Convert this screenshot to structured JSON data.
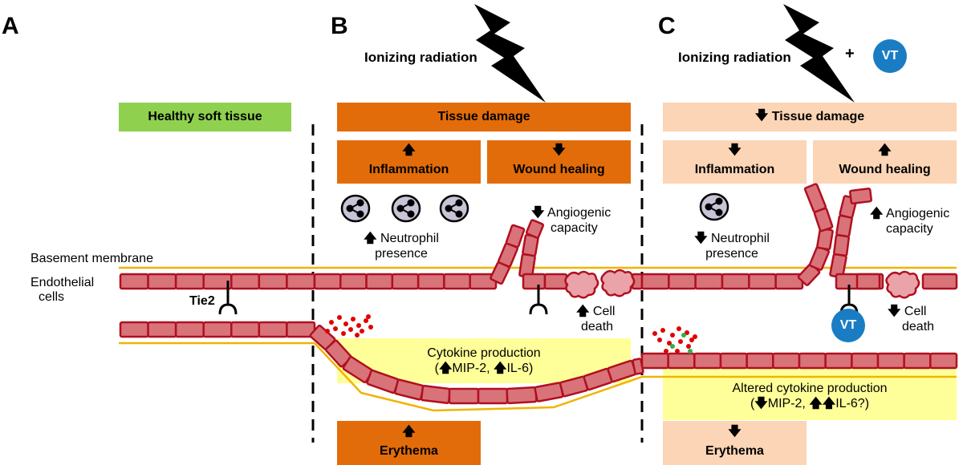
{
  "colors": {
    "green": "#8fd14f",
    "orange": "#e36c0a",
    "pale_orange": "#fbd5b5",
    "yellow": "#ffff99",
    "cell_fill": "#d9737a",
    "cell_stroke": "#b01020",
    "membrane": "#f0b400",
    "vt_blue": "#1a7dc4",
    "neutrophil": "#c8c3d6",
    "red_dot": "#e00000",
    "green_dot": "#2fb24a"
  },
  "panels": {
    "a": "A",
    "b": "B",
    "c": "C"
  },
  "panel_a": {
    "healthy": "Healthy soft tissue",
    "basement_membrane": "Basement membrane",
    "endothelial_line1": "Endothelial",
    "endothelial_line2": "cells",
    "tie2": "Tie2"
  },
  "panel_b": {
    "radiation": "Ionizing radiation",
    "tissue_damage": "Tissue damage",
    "inflammation": "Inflammation",
    "wound_healing": "Wound healing",
    "neutrophil_line1": "Neutrophil",
    "neutrophil_line2": "presence",
    "angiogenic_line1": "Angiogenic",
    "angiogenic_line2": "capacity",
    "cell_death_line1": "Cell",
    "cell_death_line2": "death",
    "cytokine_line1": "Cytokine production",
    "cytokine_line2_a": "MIP-2, ",
    "cytokine_line2_b": "IL-6)",
    "erythema": "Erythema"
  },
  "panel_c": {
    "radiation": "Ionizing radiation",
    "plus": "+",
    "vt": "VT",
    "tissue_damage": "Tissue damage",
    "inflammation": "Inflammation",
    "wound_healing": "Wound healing",
    "neutrophil_line1": "Neutrophil",
    "neutrophil_line2": "presence",
    "angiogenic_line1": "Angiogenic",
    "angiogenic_line2": "capacity",
    "cell_death_line1": "Cell",
    "cell_death_line2": "death",
    "cytokine_line1": "Altered cytokine production",
    "cytokine_line2_a": "MIP-2, ",
    "cytokine_line2_b": "IL-6?)",
    "erythema": "Erythema"
  },
  "symbols": {
    "up": "🡅",
    "down": "🡇",
    "open_paren": "("
  }
}
